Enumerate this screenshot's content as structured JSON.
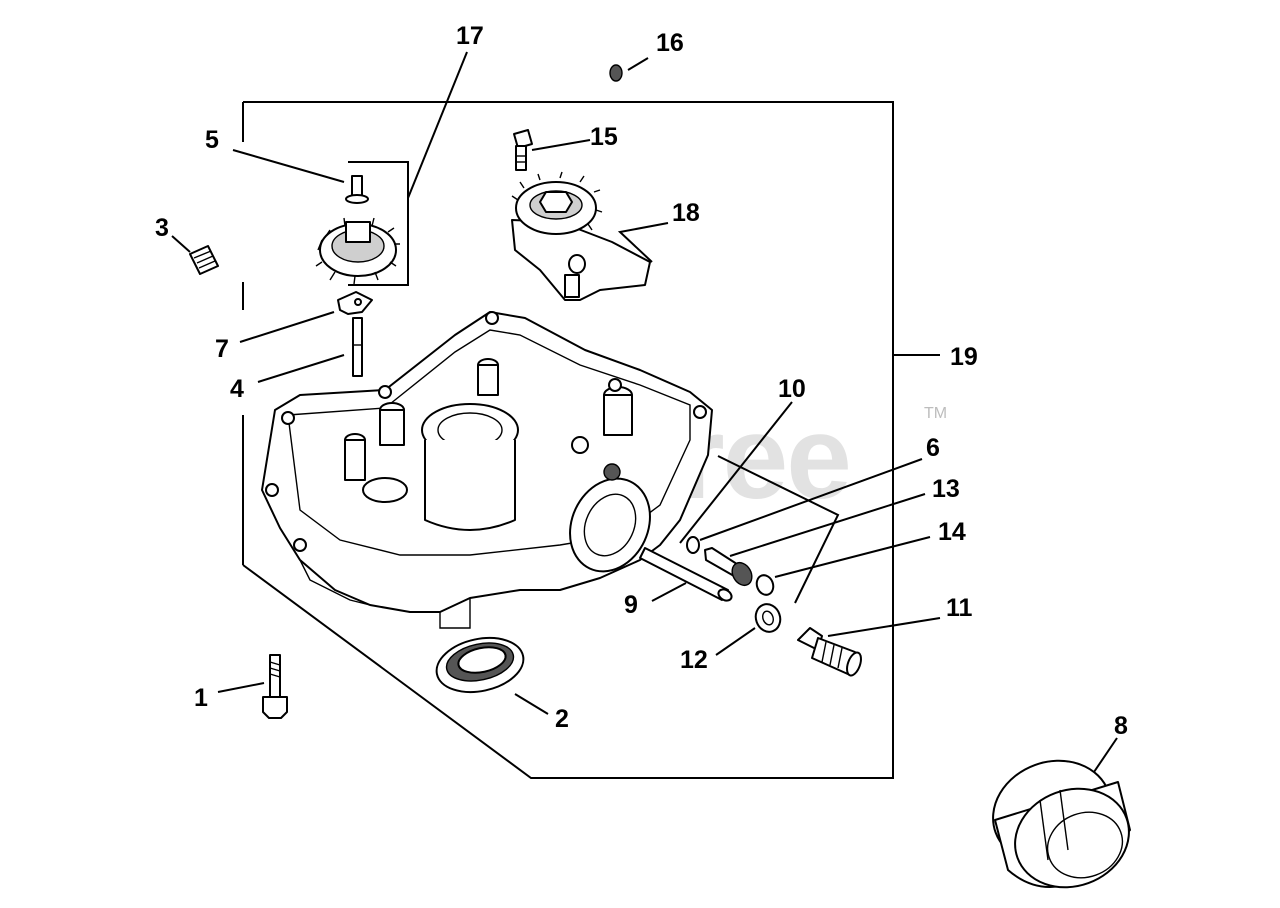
{
  "watermark": {
    "text": "PartsTree",
    "trademark": "TM"
  },
  "callouts": [
    {
      "id": "1",
      "label": "1"
    },
    {
      "id": "2",
      "label": "2"
    },
    {
      "id": "3",
      "label": "3"
    },
    {
      "id": "4",
      "label": "4"
    },
    {
      "id": "5",
      "label": "5"
    },
    {
      "id": "6",
      "label": "6"
    },
    {
      "id": "7",
      "label": "7"
    },
    {
      "id": "8",
      "label": "8"
    },
    {
      "id": "9",
      "label": "9"
    },
    {
      "id": "10",
      "label": "10"
    },
    {
      "id": "11",
      "label": "11"
    },
    {
      "id": "12",
      "label": "12"
    },
    {
      "id": "13",
      "label": "13"
    },
    {
      "id": "14",
      "label": "14"
    },
    {
      "id": "15",
      "label": "15"
    },
    {
      "id": "16",
      "label": "16"
    },
    {
      "id": "17",
      "label": "17"
    },
    {
      "id": "18",
      "label": "18"
    },
    {
      "id": "19",
      "label": "19"
    }
  ],
  "colors": {
    "line": "#000000",
    "background": "#ffffff",
    "watermark": "#d9d9d9"
  }
}
